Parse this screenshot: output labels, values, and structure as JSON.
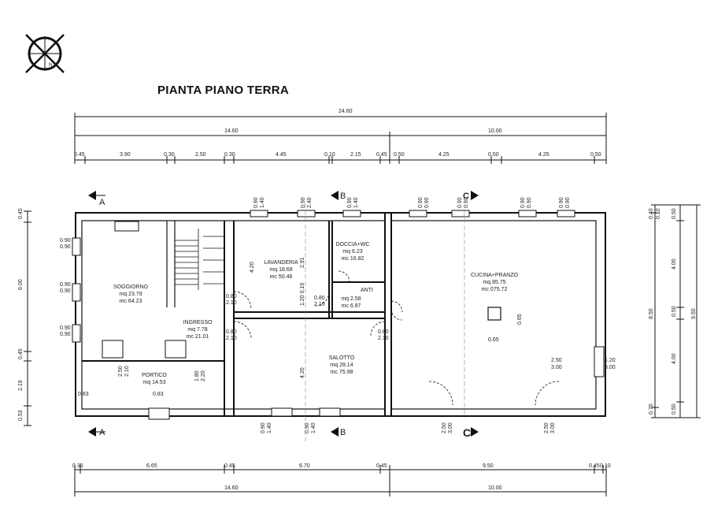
{
  "title": "PIANTA PIANO TERRA",
  "compass_label": "N",
  "dims_top": {
    "total": "24.60",
    "part_left": "14.60",
    "part_right": "10.00",
    "segments": [
      "0.45",
      "3.90",
      "0.30",
      "2.50",
      "0.30",
      "4.45",
      "0.10",
      "2.15",
      "0.45",
      "0.50",
      "4.25",
      "0.50",
      "4.25",
      "0.50"
    ]
  },
  "dims_bottom": {
    "segments": [
      "0.35",
      "6.65",
      "0.45",
      "6.70",
      "0.45",
      "9.50",
      "0.45",
      "0.10"
    ],
    "part_left": "14.60",
    "part_right": "10.00"
  },
  "dims_left": [
    "0.45",
    "6.00",
    "0.45",
    "2.19",
    "0.53"
  ],
  "dims_right_inner": [
    "0.40",
    "0.10",
    "8.50",
    "0.70"
  ],
  "dims_right_mid": [
    "0.50",
    "4.00",
    "0.50",
    "4.00",
    "0.50"
  ],
  "dims_right_outer": "9.50",
  "rooms": [
    {
      "name": "SOGGIORNO",
      "area": "mq 23.79",
      "volume": "mc 64.23"
    },
    {
      "name": "INGRESSO",
      "area": "mq 7.78",
      "volume": "mc 21.01"
    },
    {
      "name": "PORTICO",
      "area": "mq 14.53",
      "volume": ""
    },
    {
      "name": "LAVANDERIA",
      "area": "mq 18.68",
      "volume": "mc 50.46"
    },
    {
      "name": "DOCCIA+WC",
      "area": "mq 6.23",
      "volume": "mc 16.82"
    },
    {
      "name": "ANTI",
      "area": "mq 2.58",
      "volume": "mc 6.97"
    },
    {
      "name": "SALOTTO",
      "area": "mq 28.14",
      "volume": "mc 75.98"
    },
    {
      "name": "CUCINA+PRANZO",
      "area": "mq 85.75",
      "volume": "mc 075.72"
    }
  ],
  "section_marks": [
    "A",
    "A",
    "B",
    "B",
    "C",
    "C"
  ],
  "openings": [
    {
      "w": "0.90",
      "h": "0.90"
    },
    {
      "w": "0.80",
      "h": "2.10"
    },
    {
      "w": "1.80",
      "h": "2.20"
    },
    {
      "w": "2.50",
      "h": "3.00"
    },
    {
      "w": "1.20",
      "h": "3.00"
    },
    {
      "w": "0.90",
      "h": "1.40"
    },
    {
      "w": "0.90",
      "h": "2.40"
    }
  ],
  "misc": {
    "portico_span": "0.83",
    "wall_thickness": "0.65",
    "center_note": "0.65",
    "h_420": "4.20",
    "h_291": "2.91",
    "h_120": "1.20 0.19",
    "h_420b": "4.20"
  }
}
